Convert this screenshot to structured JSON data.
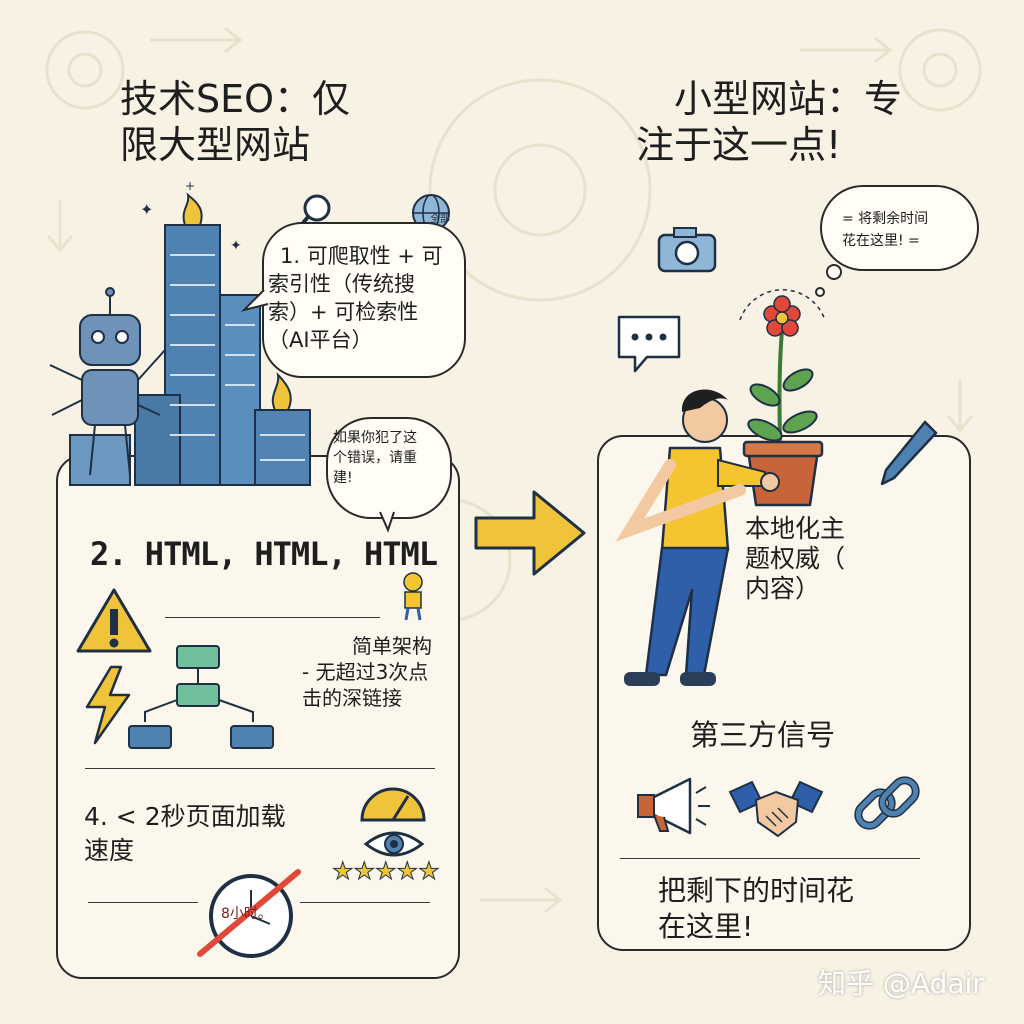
{
  "left": {
    "title_line1": "技术SEO：仅",
    "title_line2": "限大型网站",
    "bubble1_lines": [
      "1. 可爬取性 + 可",
      "索引性（传统搜",
      "索）+ 可检索性",
      "（AI平台）"
    ],
    "bubble2_lines": [
      "如果你犯了这",
      "个错误，请重",
      "建!"
    ],
    "globe_tag": "全部",
    "html_heading": "2. HTML, HTML, HTML",
    "arch_lines": [
      "简单架构",
      "- 无超过3次点",
      "击的深链接"
    ],
    "speed_lines": [
      "4. < 2秒页面加载",
      "速度"
    ],
    "clock_label": "8小时。"
  },
  "right": {
    "title_line1": "小型网站：专",
    "title_line2": "注于这一点!",
    "thought_lines": [
      "= 将剩余时间",
      "花在这里! ="
    ],
    "topic_lines": [
      "本地化主",
      "题权威（",
      "内容）"
    ],
    "third_party": "第三方信号",
    "bottom_lines": [
      "把剩下的时间花",
      "在这里!"
    ]
  },
  "watermark": "知乎 @Adair",
  "colors": {
    "background": "#f7f2e4",
    "accent_yellow": "#f0c43a",
    "server_blue": "#4f82b0",
    "shirt_yellow": "#f4c531",
    "jeans_blue": "#2f5fa8",
    "pot_terracotta": "#c8643a",
    "flower_red": "#e0483a"
  },
  "icons": [
    "robot-icon",
    "server-stack-icon",
    "search-icon",
    "globe-icon",
    "warning-icon",
    "lightning-icon",
    "sitemap-icon",
    "gauge-icon",
    "eye-icon",
    "star-icon",
    "clock-icon",
    "camera-icon",
    "chat-icon",
    "pen-icon",
    "megaphone-icon",
    "handshake-icon",
    "chain-link-icon",
    "arrow-right-icon"
  ]
}
